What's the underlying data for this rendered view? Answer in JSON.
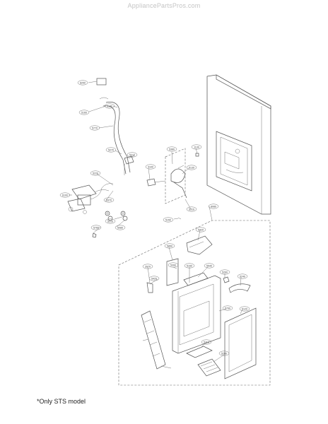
{
  "watermark": "AppliancePartsPros.com",
  "footnote": "*Only STS model",
  "callouts": [
    {
      "id": "c1",
      "text": "8250"
    },
    {
      "id": "c2",
      "text": "5180"
    },
    {
      "id": "c3",
      "text": "5160"
    },
    {
      "id": "c4",
      "text": "5770"
    },
    {
      "id": "c5",
      "text": "5270"
    },
    {
      "id": "c6",
      "text": "5210"
    },
    {
      "id": "c7",
      "text": "5220"
    },
    {
      "id": "c8",
      "text": "6100"
    },
    {
      "id": "c9",
      "text": "5380"
    },
    {
      "id": "c10",
      "text": "1130"
    },
    {
      "id": "c11",
      "text": "4100"
    },
    {
      "id": "c12",
      "text": "5130"
    },
    {
      "id": "c13",
      "text": "5310"
    },
    {
      "id": "c14",
      "text": "8080"
    },
    {
      "id": "c15",
      "text": "5150"
    },
    {
      "id": "c16",
      "text": "5370"
    },
    {
      "id": "c17",
      "text": "5210"
    },
    {
      "id": "c18",
      "text": "5080"
    },
    {
      "id": "c19",
      "text": "5760"
    },
    {
      "id": "c20",
      "text": "5420"
    },
    {
      "id": "c21",
      "text": "5850"
    },
    {
      "id": "c22",
      "text": "3970"
    },
    {
      "id": "c23",
      "text": "5420"
    },
    {
      "id": "c24",
      "text": "5390"
    },
    {
      "id": "c25",
      "text": "5150"
    },
    {
      "id": "c26",
      "text": "5540"
    },
    {
      "id": "c27",
      "text": "5260"
    },
    {
      "id": "c28",
      "text": "5240"
    },
    {
      "id": "c29",
      "text": "5790"
    },
    {
      "id": "c30",
      "text": "5120"
    },
    {
      "id": "c31",
      "text": "5110"
    },
    {
      "id": "c32",
      "text": "5280"
    }
  ]
}
